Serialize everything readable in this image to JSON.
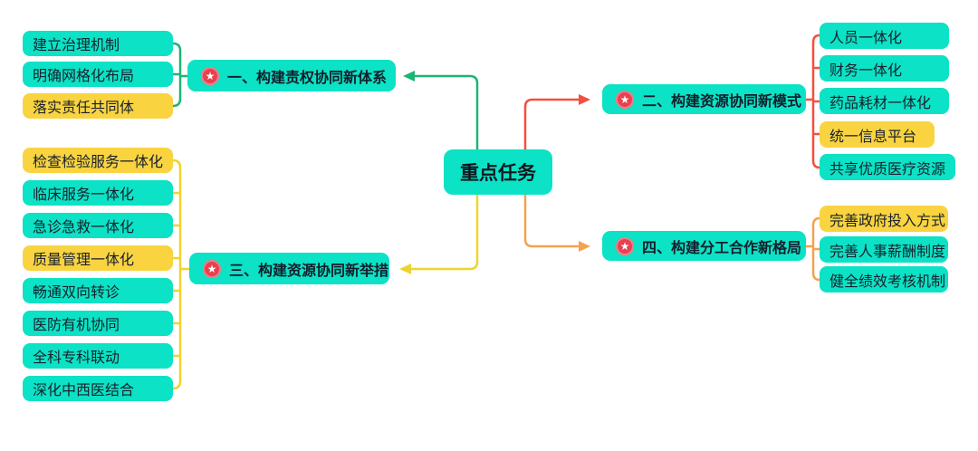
{
  "colors": {
    "node_teal": "#0CE2C5",
    "node_yellow": "#F9D440",
    "text_dark": "#18202e",
    "star_badge_red": "#E9404F",
    "branch1_line": "#1EB573",
    "branch2_line": "#F4503F",
    "branch3_line": "#EFD32F",
    "branch4_line": "#F2A350"
  },
  "center": {
    "label": "重点任务"
  },
  "branches": [
    {
      "label": "一、构建责权协同新体系",
      "icon": "star-badge-icon",
      "line_color": "#1EB573",
      "children": [
        {
          "label": "建立治理机制",
          "highlight": false
        },
        {
          "label": "明确网格化布局",
          "highlight": false
        },
        {
          "label": "落实责任共同体",
          "highlight": true
        }
      ]
    },
    {
      "label": "二、构建资源协同新模式",
      "icon": "star-badge-icon",
      "line_color": "#F4503F",
      "children": [
        {
          "label": "人员一体化",
          "highlight": false
        },
        {
          "label": "财务一体化",
          "highlight": false
        },
        {
          "label": "药品耗材一体化",
          "highlight": false
        },
        {
          "label": "统一信息平台",
          "highlight": true
        },
        {
          "label": "共享优质医疗资源",
          "highlight": false
        }
      ]
    },
    {
      "label": "三、构建资源协同新举措",
      "icon": "star-badge-icon",
      "line_color": "#EFD32F",
      "children": [
        {
          "label": "检查检验服务一体化",
          "highlight": true
        },
        {
          "label": "临床服务一体化",
          "highlight": false
        },
        {
          "label": "急诊急救一体化",
          "highlight": false
        },
        {
          "label": "质量管理一体化",
          "highlight": true
        },
        {
          "label": "畅通双向转诊",
          "highlight": false
        },
        {
          "label": "医防有机协同",
          "highlight": false
        },
        {
          "label": "全科专科联动",
          "highlight": false
        },
        {
          "label": "深化中西医结合",
          "highlight": false
        }
      ]
    },
    {
      "label": "四、构建分工合作新格局",
      "icon": "star-badge-icon",
      "line_color": "#F2A350",
      "children": [
        {
          "label": "完善政府投入方式",
          "highlight": true
        },
        {
          "label": "完善人事薪酬制度",
          "highlight": false
        },
        {
          "label": "健全绩效考核机制",
          "highlight": false
        }
      ]
    }
  ],
  "star_glyph": "★"
}
